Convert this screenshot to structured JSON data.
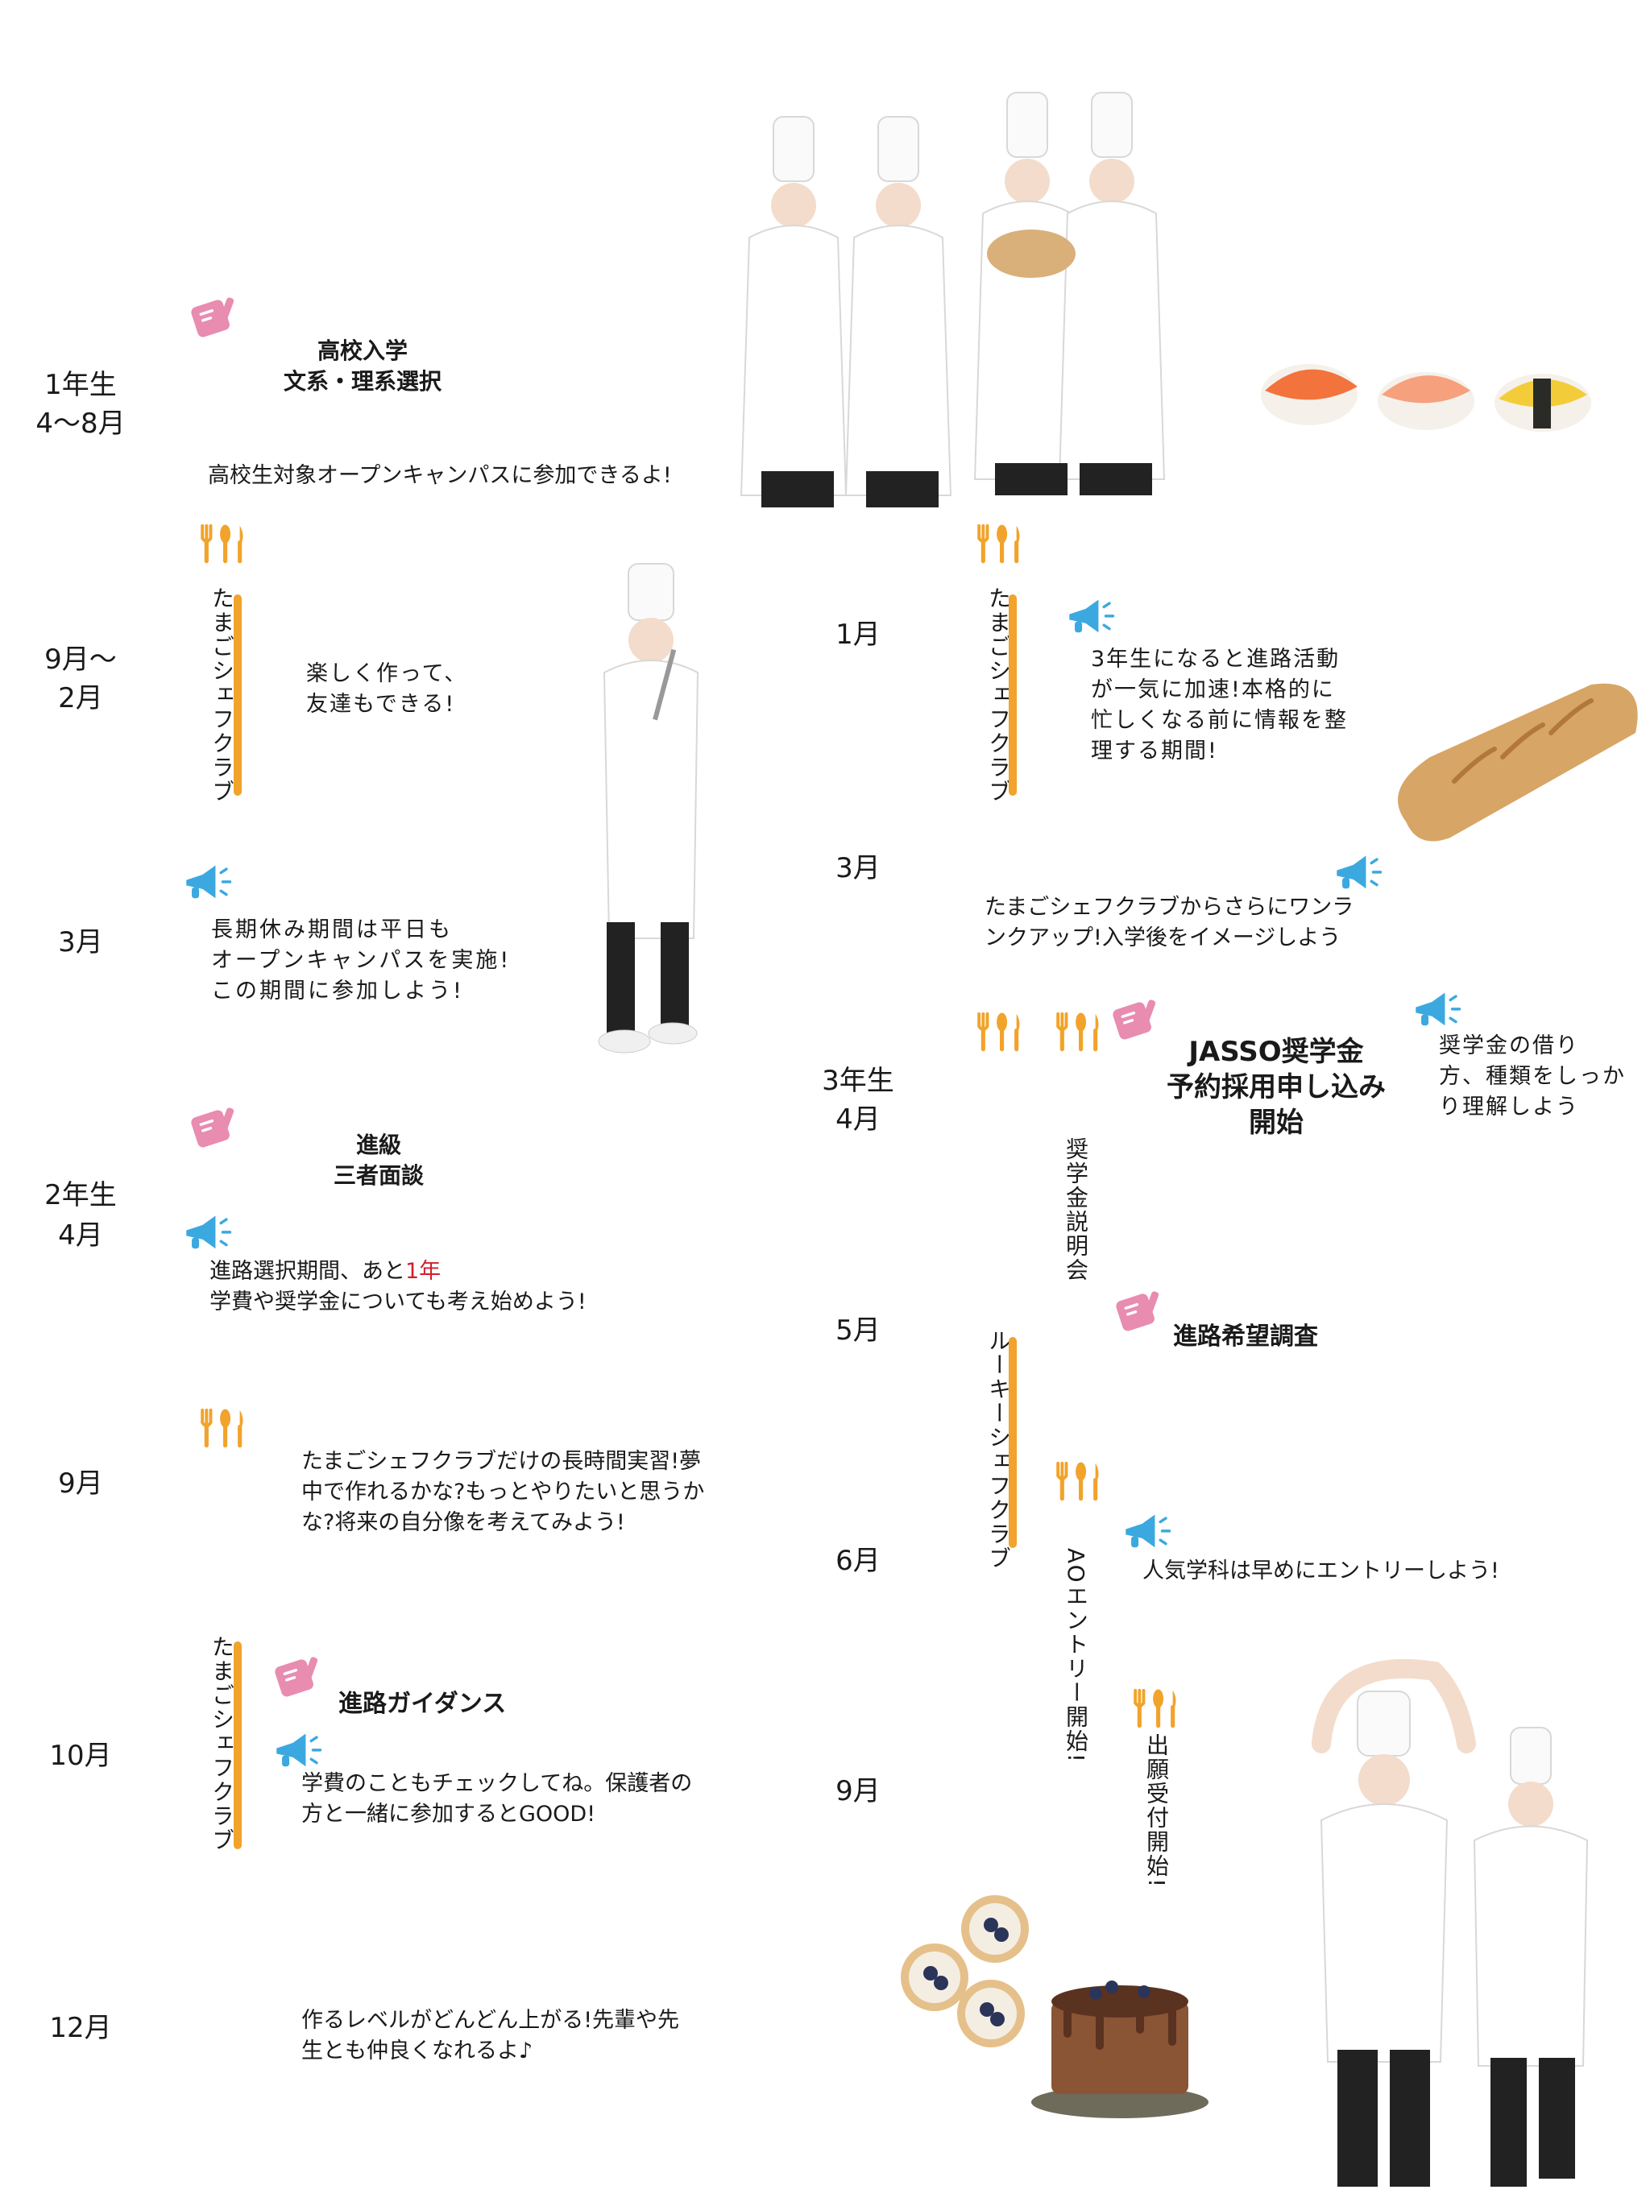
{
  "colors": {
    "accent_orange": "#f2a32b",
    "pink": "#e88cb0",
    "blue": "#3ba9e0",
    "red": "#d21f2b"
  },
  "left": {
    "y1_label": "1年生",
    "y1_months": "4〜8月",
    "y1_head_1": "高校入学",
    "y1_head_2": "文系・理系選択",
    "y1_body": "高校生対象オープンキャンパスに参加できるよ!",
    "sep_months": "9月〜",
    "sep_months_2": "2月",
    "club_1": "たまごシェフクラブ",
    "club_1_body": "楽しく作って、\n友達もできる!",
    "mar_label": "3月",
    "mar_body": "長期休み期間は平日も\nオープンキャンパスを実施!\nこの期間に参加しよう!",
    "y2_head_1": "進級",
    "y2_head_2": "三者面談",
    "y2_label": "2年生",
    "y2_month": "4月",
    "y2_body_1": "進路選択期間、あと",
    "y2_body_red": "1年",
    "y2_body_2": "学費や奨学金についても考え始めよう!",
    "sep2_label": "9月",
    "sep2_body": "たまごシェフクラブだけの長時間実習!夢\n中で作れるかな?もっとやりたいと思うか\nな?将来の自分像を考えてみよう!",
    "oct_label": "10月",
    "club_2": "たまごシェフクラブ",
    "oct_head": "進路ガイダンス",
    "oct_body": "学費のこともチェックしてね。保護者の\n方と一緒に参加するとGOOD!",
    "dec_label": "12月",
    "dec_body": "作るレベルがどんどん上がる!先輩や先\n生とも仲良くなれるよ♪"
  },
  "right": {
    "jan_label": "1月",
    "club_3": "たまごシェフクラブ",
    "jan_body": "3年生になると進路活動\nが一気に加速!本格的に\n忙しくなる前に情報を整\n理する期間!",
    "mar_label": "3月",
    "mar_body": "たまごシェフクラブからさらにワンラ\nンクアップ!入学後をイメージしよう",
    "y3_label": "3年生",
    "y3_month": "4月",
    "jasso_head": "JASSO奨学金\n予約採用申し込み\n開始",
    "jasso_body": "奨学金の借り\n方、種類をしっか\nり理解しよう",
    "scholar_session": "奨学金説明会",
    "may_label": "5月",
    "rookie_club": "ルーキーシェフクラブ",
    "survey_head": "進路希望調査",
    "jun_label": "6月",
    "ao_entry": "AOエントリー開始!",
    "jun_body": "人気学科は早めにエントリーしよう!",
    "sep_label": "9月",
    "application": "出願受付開始!"
  }
}
